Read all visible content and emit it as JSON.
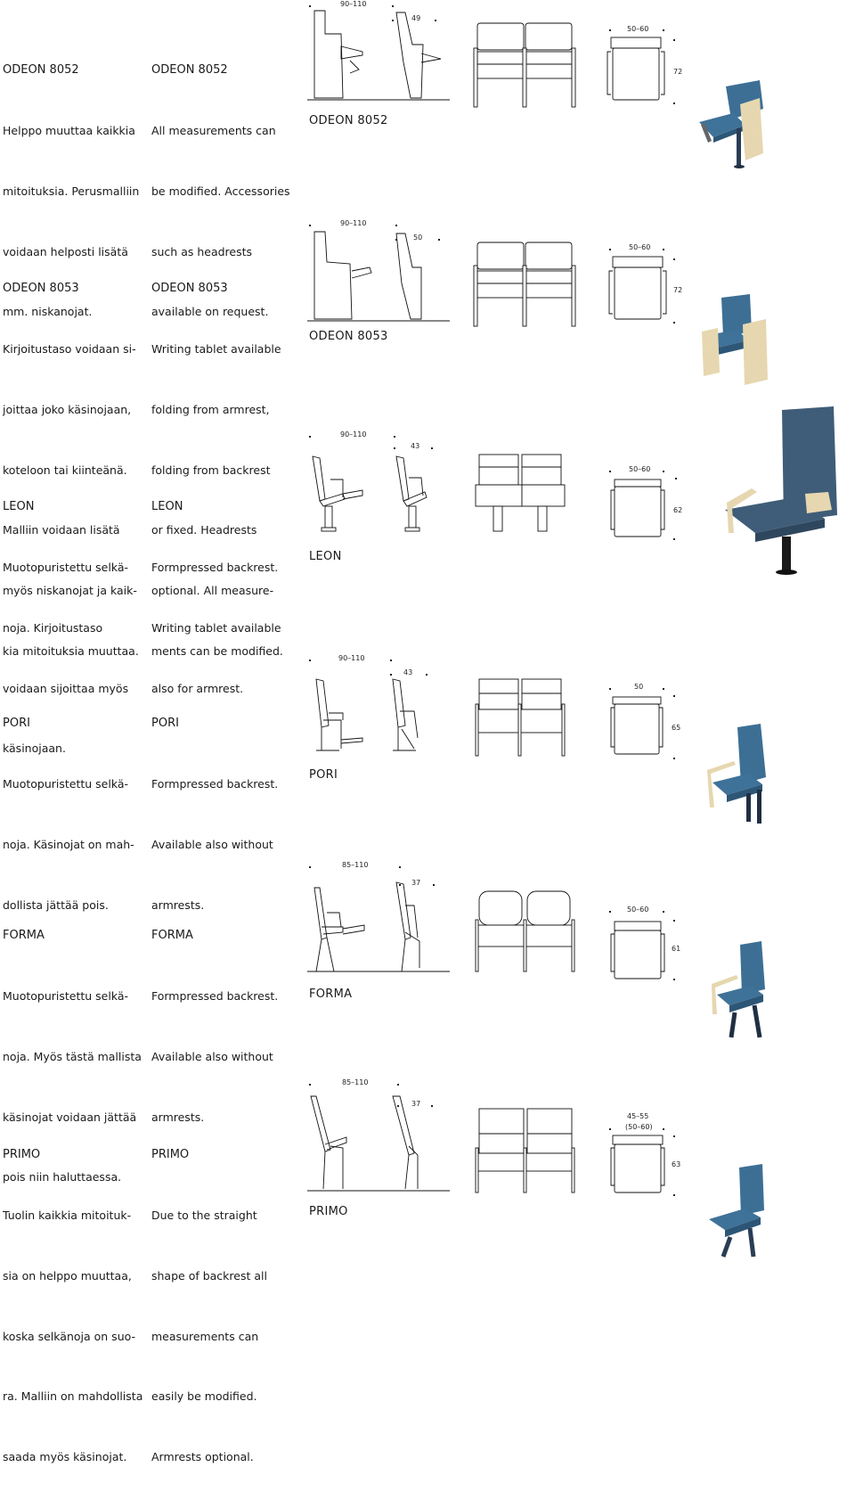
{
  "sections": [
    {
      "model": "ODEON 8052",
      "fi": {
        "title": "ODEON 8052",
        "lines": [
          "Helppo muuttaa kaikkia",
          "mitoituksia. Perusmalliin",
          "voidaan helposti lisätä",
          "mm. niskanojat."
        ]
      },
      "en": {
        "title": "ODEON 8052",
        "lines": [
          "All measurements can",
          "be modified. Accessories",
          "such as headrests",
          "available on request."
        ]
      },
      "dims": {
        "row": "90–110",
        "depth": "49",
        "width": "50–60",
        "height": "72"
      },
      "photo_icon": "theatre-chair-photo"
    },
    {
      "model": "ODEON 8053",
      "fi": {
        "title": "ODEON 8053",
        "lines": [
          "Kirjoitustaso voidaan si-",
          "joittaa joko käsinojaan,",
          "koteloon tai kiinteänä.",
          "Malliin voidaan lisätä",
          "myös niskanojat ja kaik-",
          "kia mitoituksia muuttaa."
        ]
      },
      "en": {
        "title": "ODEON 8053",
        "lines": [
          "Writing tablet available",
          "folding from armrest,",
          "folding from backrest",
          "or fixed. Headrests",
          "optional. All measure-",
          "ments can be modified."
        ]
      },
      "dims": {
        "row": "90–110",
        "depth": "50",
        "width": "50–60",
        "height": "72"
      },
      "photo_icon": "theatre-chair-photo"
    },
    {
      "model": "LEON",
      "fi": {
        "title": "LEON",
        "lines": [
          "Muotopuristettu selkä-",
          "noja. Kirjoitustaso",
          "voidaan sijoittaa myös",
          "käsinojaan."
        ]
      },
      "en": {
        "title": "LEON",
        "lines": [
          "Formpressed backrest.",
          "Writing tablet available",
          "also for armrest."
        ]
      },
      "dims": {
        "row": "90–110",
        "depth": "43",
        "width": "50–60",
        "height": "62"
      },
      "photo_icon": "theatre-chair-photo"
    },
    {
      "model": "PORI",
      "fi": {
        "title": "PORI",
        "lines": [
          "Muotopuristettu selkä-",
          "noja. Käsinojat on mah-",
          "dollista jättää pois."
        ]
      },
      "en": {
        "title": "PORI",
        "lines": [
          "Formpressed backrest.",
          "Available also without",
          "armrests."
        ]
      },
      "dims": {
        "row": "90–110",
        "depth": "43",
        "width": "50",
        "height": "65"
      },
      "photo_icon": "theatre-chair-photo"
    },
    {
      "model": "FORMA",
      "fi": {
        "title": "FORMA",
        "lines": [
          "Muotopuristettu selkä-",
          "noja. Myös tästä mallista",
          "käsinojat voidaan jättää",
          "pois niin haluttaessa."
        ]
      },
      "en": {
        "title": "FORMA",
        "lines": [
          "Formpressed backrest.",
          "Available also without",
          "armrests."
        ]
      },
      "dims": {
        "row": "85–110",
        "depth": "37",
        "width": "50–60",
        "height": "61"
      },
      "photo_icon": "theatre-chair-photo"
    },
    {
      "model": "PRIMO",
      "fi": {
        "title": "PRIMO",
        "lines": [
          "Tuolin kaikkia mitoituk-",
          "sia on helppo muuttaa,",
          "koska selkänoja on suo-",
          "ra. Malliin on mahdollista",
          "saada myös käsinojat."
        ]
      },
      "en": {
        "title": "PRIMO",
        "lines": [
          "Due to the straight",
          "shape of backrest all",
          "measurements can",
          "easily be modified.",
          "Armrests optional."
        ]
      },
      "dims": {
        "row": "85–110",
        "depth": "37",
        "width": "45–55",
        "width_alt": "(50–60)",
        "height": "63"
      },
      "photo_icon": "theatre-chair-photo"
    }
  ],
  "colors": {
    "upholstery": "#3d6f95",
    "wood": "#e6d7b0",
    "steel": "#2a3d55",
    "text": "#1a1a1a"
  }
}
